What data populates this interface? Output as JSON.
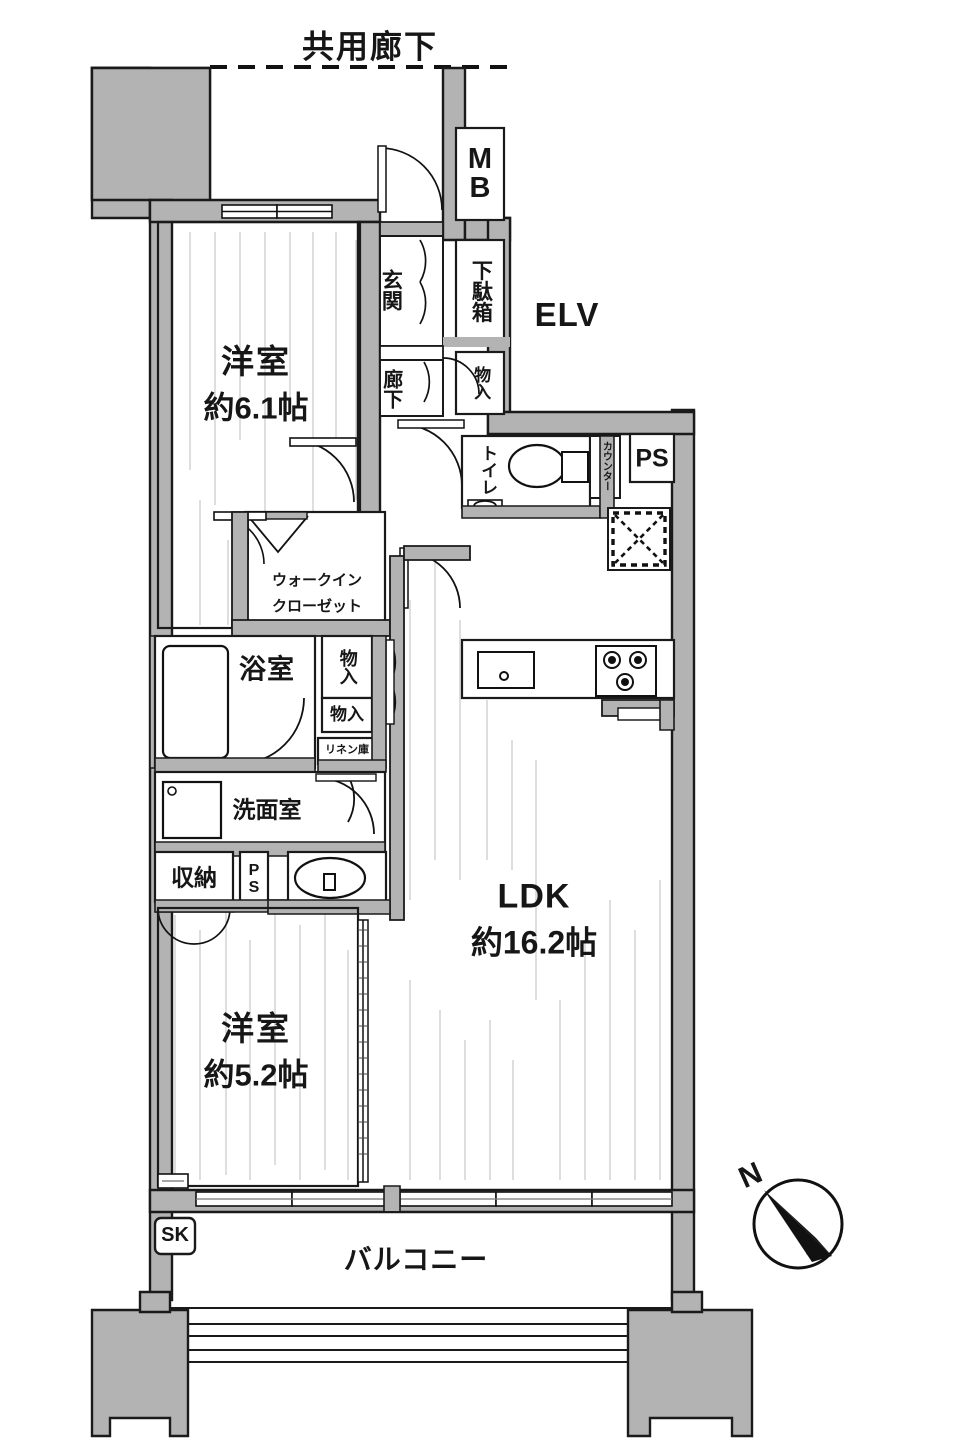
{
  "plan": {
    "title": "共用廊下",
    "type": "japanese-apartment-floor-plan",
    "units": "帖 (tatami mats)"
  },
  "labels": {
    "common_corridor": "共用廊下",
    "meter_box": "MB",
    "elevator": "ELV",
    "entrance": "玄関",
    "shoe_cabinet": "下駄箱",
    "hallway": "廊下",
    "storage_entry": "物入",
    "toilet": "トイレ",
    "counter": "カウンター",
    "ps_top": "PS",
    "bedroom1_name": "洋室",
    "bedroom1_size": "約6.1帖",
    "walk_in_closet_line1": "ウォークイン",
    "walk_in_closet_line2": "クローゼット",
    "bathroom": "浴室",
    "storage_a": "物入",
    "storage_b": "物入",
    "linen_cabinet": "リネン庫",
    "washroom": "洗面室",
    "closet_shuno": "収納",
    "ps_mid": "PS",
    "ldk_name": "LDK",
    "ldk_size": "約16.2帖",
    "bedroom2_name": "洋室",
    "bedroom2_size": "約5.2帖",
    "service_kitchen": "SK",
    "balcony": "バルコニー",
    "compass_north": "N"
  },
  "rooms": [
    {
      "id": "bedroom-1",
      "name": "洋室",
      "size": "約6.1帖",
      "tatami": 6.1
    },
    {
      "id": "bedroom-2",
      "name": "洋室",
      "size": "約5.2帖",
      "tatami": 5.2
    },
    {
      "id": "ldk",
      "name": "LDK",
      "size": "約16.2帖",
      "tatami": 16.2
    },
    {
      "id": "bathroom",
      "name": "浴室",
      "size": "",
      "tatami": null
    },
    {
      "id": "washroom",
      "name": "洗面室",
      "size": "",
      "tatami": null
    },
    {
      "id": "toilet",
      "name": "トイレ",
      "size": "",
      "tatami": null
    },
    {
      "id": "entrance",
      "name": "玄関",
      "size": "",
      "tatami": null
    },
    {
      "id": "hallway",
      "name": "廊下",
      "size": "",
      "tatami": null
    },
    {
      "id": "walk-in-closet",
      "name": "ウォークインクローゼット",
      "size": "",
      "tatami": null
    },
    {
      "id": "balcony",
      "name": "バルコニー",
      "size": "",
      "tatami": null
    }
  ],
  "colors": {
    "wall_fill": "#b3b3b3",
    "wall_stroke": "#1a1a1a",
    "thin_line": "#262626",
    "hatch": "#9a9a9a",
    "text": "#161616",
    "background": "#ffffff"
  }
}
